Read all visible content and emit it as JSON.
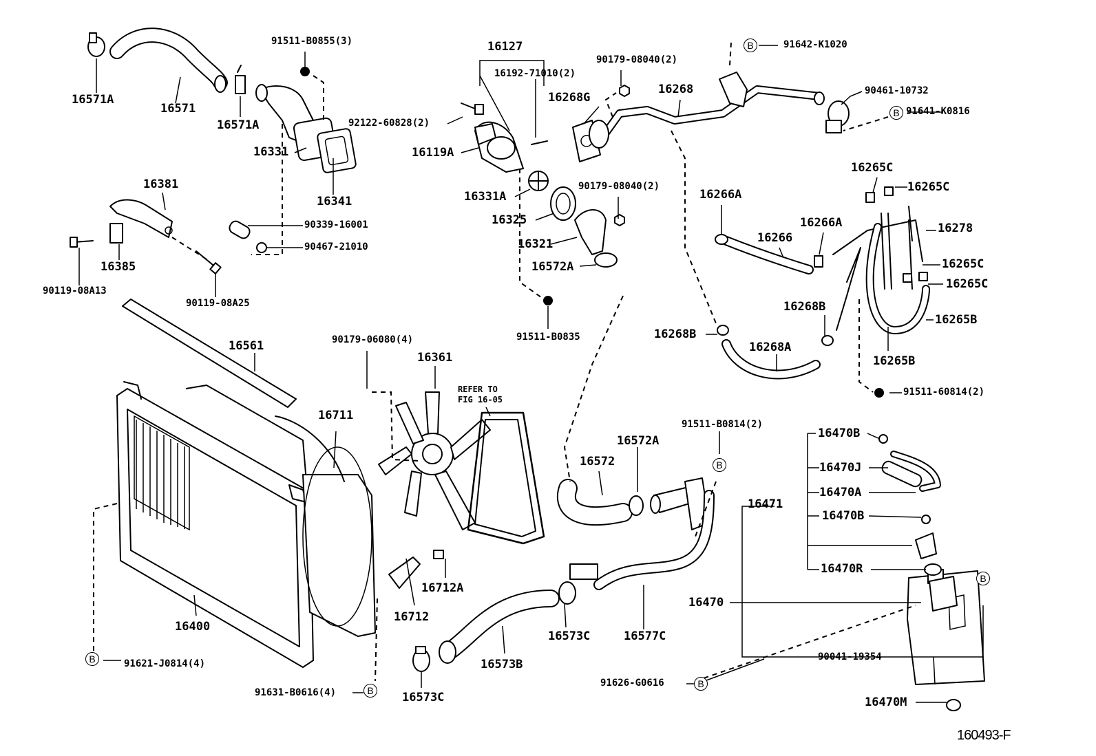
{
  "figure_code": "160493-F",
  "refer_note": [
    "REFER TO",
    "FIG 16-05"
  ],
  "labels": {
    "p16571A_top": "16571A",
    "p16571": "16571",
    "p16571A_mid": "16571A",
    "p91511_B0855": "91511-B0855(3)",
    "p16331": "16331",
    "p16341": "16341",
    "p16381": "16381",
    "p16385": "16385",
    "p90119_08A13": "90119-08A13",
    "p90119_08A25": "90119-08A25",
    "p90339_16001": "90339-16001",
    "p90467_21010": "90467-21010",
    "p16127": "16127",
    "p16192_71010": "16192-71010(2)",
    "p92122_60828": "92122-60828(2)",
    "p16119A": "16119A",
    "p16331A": "16331A",
    "p16325": "16325",
    "p16321": "16321",
    "p16572A_top": "16572A",
    "p91511_B0835": "91511-B0835",
    "p90179_08040_a": "90179-08040(2)",
    "p90179_08040_b": "90179-08040(2)",
    "p16268G": "16268G",
    "p16268": "16268",
    "p91642_K1020": "91642-K1020",
    "p90461_10732": "90461-10732",
    "p91641_K0816": "91641-K0816",
    "p16265C_1": "16265C",
    "p16265C_2": "16265C",
    "p16266A_1": "16266A",
    "p16266": "16266",
    "p16266A_2": "16266A",
    "p16278": "16278",
    "p16265C_3": "16265C",
    "p16265C_4": "16265C",
    "p16268B_1": "16268B",
    "p16268B_2": "16268B",
    "p16268A": "16268A",
    "p16265B_1": "16265B",
    "p16265B_2": "16265B",
    "p91511_60814": "91511-60814(2)",
    "p16561": "16561",
    "p90179_06080": "90179-06080(4)",
    "p16361": "16361",
    "p16711": "16711",
    "p16400": "16400",
    "p91621_J0814": "91621-J0814(4)",
    "p91631_B0616": "91631-B0616(4)",
    "p16712A": "16712A",
    "p16712": "16712",
    "p16573C_1": "16573C",
    "p16573B": "16573B",
    "p16573C_2": "16573C",
    "p16577C": "16577C",
    "p16572": "16572",
    "p16572A_mid": "16572A",
    "p91511_B0814": "91511-B0814(2)",
    "p91626_G0616": "91626-G0616",
    "p16470B_1": "16470B",
    "p16470J": "16470J",
    "p16470A": "16470A",
    "p16471": "16471",
    "p16470B_2": "16470B",
    "p16470R": "16470R",
    "p16470": "16470",
    "p90041_19354": "90041-19354",
    "p16470M": "16470M"
  },
  "bolt_marker": "B"
}
